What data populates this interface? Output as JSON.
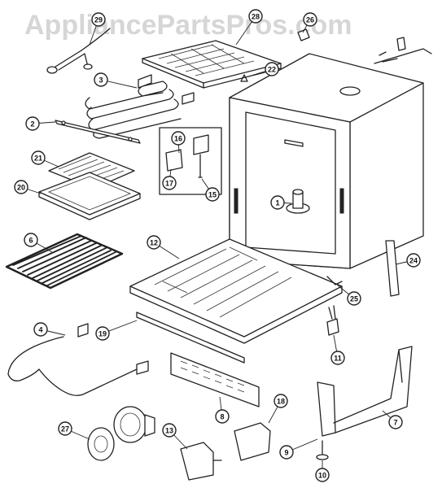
{
  "diagram": {
    "watermark": "AppliancePartsPros.com",
    "callouts": [
      {
        "label": "29"
      },
      {
        "label": "28"
      },
      {
        "label": "26"
      },
      {
        "label": "3"
      },
      {
        "label": "22"
      },
      {
        "label": "2"
      },
      {
        "label": "16"
      },
      {
        "label": "21"
      },
      {
        "label": "17"
      },
      {
        "label": "15"
      },
      {
        "label": "20"
      },
      {
        "label": "1"
      },
      {
        "label": "6"
      },
      {
        "label": "12"
      },
      {
        "label": "24"
      },
      {
        "label": "25"
      },
      {
        "label": "4"
      },
      {
        "label": "19"
      },
      {
        "label": "11"
      },
      {
        "label": "8"
      },
      {
        "label": "18"
      },
      {
        "label": "7"
      },
      {
        "label": "27"
      },
      {
        "label": "13"
      },
      {
        "label": "9"
      },
      {
        "label": "10"
      }
    ]
  }
}
